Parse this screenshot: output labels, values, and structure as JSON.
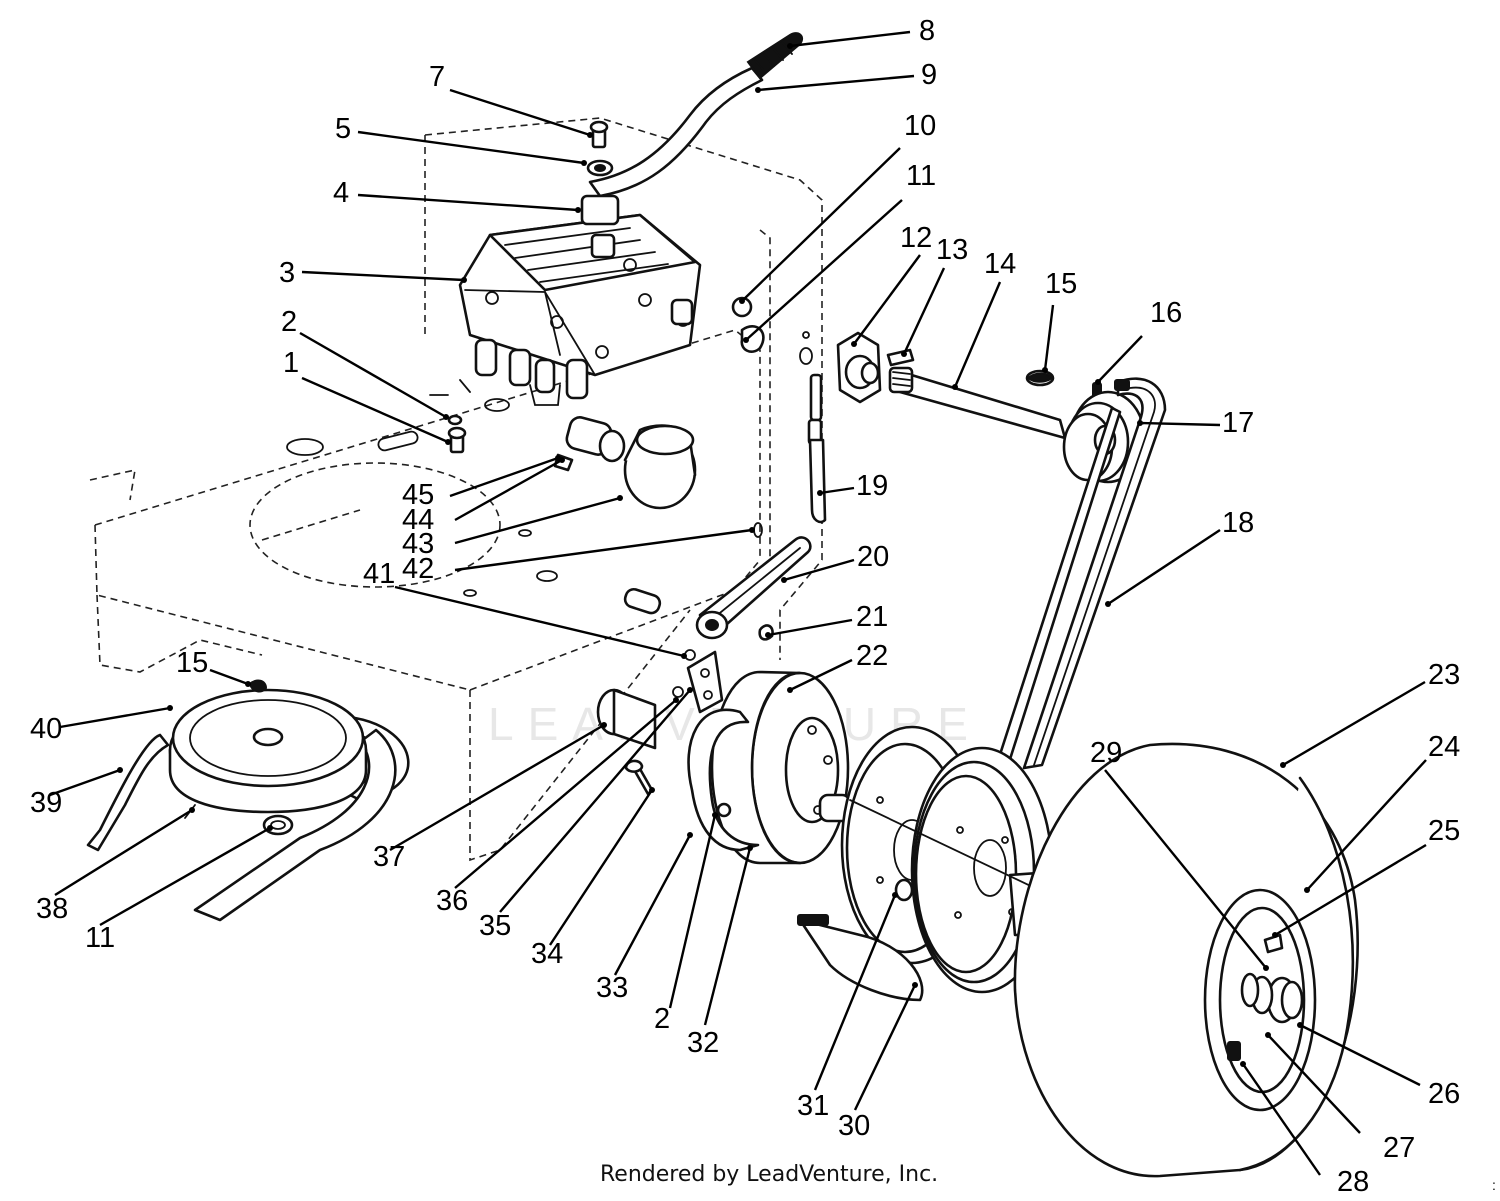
{
  "diagram": {
    "watermark": "LEADVENTURE",
    "credit": "Rendered by LeadVenture, Inc.",
    "callouts": [
      {
        "label": "1"
      },
      {
        "label": "2"
      },
      {
        "label": "3"
      },
      {
        "label": "4"
      },
      {
        "label": "5"
      },
      {
        "label": "7"
      },
      {
        "label": "8"
      },
      {
        "label": "9"
      },
      {
        "label": "10"
      },
      {
        "label": "11"
      },
      {
        "label": "12"
      },
      {
        "label": "13"
      },
      {
        "label": "14"
      },
      {
        "label": "15"
      },
      {
        "label": "16"
      },
      {
        "label": "17"
      },
      {
        "label": "18"
      },
      {
        "label": "19"
      },
      {
        "label": "20"
      },
      {
        "label": "21"
      },
      {
        "label": "22"
      },
      {
        "label": "23"
      },
      {
        "label": "24"
      },
      {
        "label": "25"
      },
      {
        "label": "26"
      },
      {
        "label": "27"
      },
      {
        "label": "28"
      },
      {
        "label": "29"
      },
      {
        "label": "30"
      },
      {
        "label": "31"
      },
      {
        "label": "32"
      },
      {
        "label": "2"
      },
      {
        "label": "33"
      },
      {
        "label": "34"
      },
      {
        "label": "35"
      },
      {
        "label": "36"
      },
      {
        "label": "37"
      },
      {
        "label": "11"
      },
      {
        "label": "38"
      },
      {
        "label": "39"
      },
      {
        "label": "40"
      },
      {
        "label": "15"
      },
      {
        "label": "41"
      },
      {
        "label": "42"
      },
      {
        "label": "43"
      },
      {
        "label": "44"
      },
      {
        "label": "45"
      }
    ]
  }
}
